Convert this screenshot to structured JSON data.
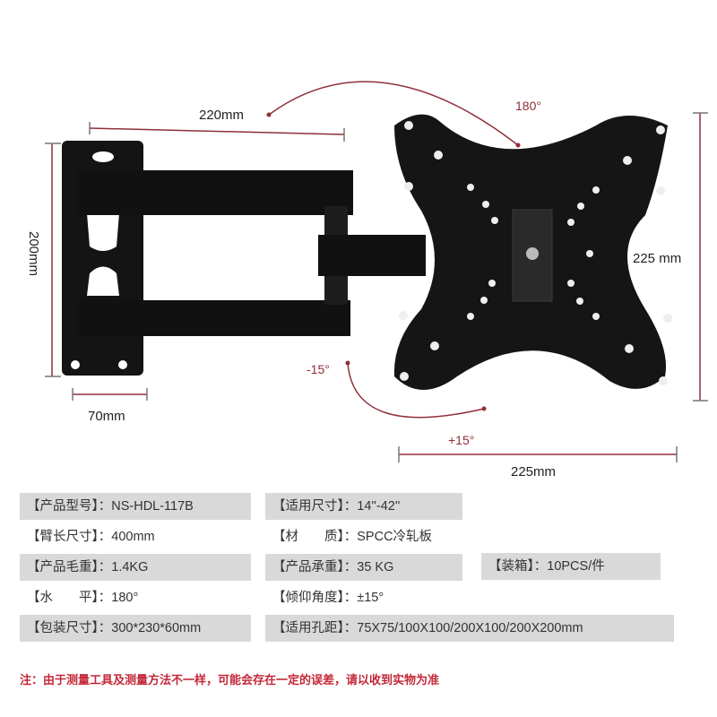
{
  "diagram": {
    "dimensions": {
      "arm_length": "220mm",
      "wall_plate_height": "200mm",
      "wall_plate_width": "70mm",
      "vesa_plate_height": "225 mm",
      "vesa_plate_width": "225mm"
    },
    "angles": {
      "swivel": "180°",
      "tilt_minus": "-15°",
      "tilt_plus": "+15°"
    },
    "colors": {
      "bracket": "#111111",
      "dimension_line": "#8e2f38",
      "angle_text": "#8e2f38"
    }
  },
  "specs": {
    "rows": [
      {
        "label": "【产品型号】",
        "sep": "：",
        "value": "NS-HDL-117B"
      },
      {
        "label": "【适用尺寸】",
        "sep": "：",
        "value": "14''-42''"
      },
      {
        "label": "【臂长尺寸】",
        "sep": "：",
        "value": "400mm"
      },
      {
        "label": "【材　　质】",
        "sep": "：",
        "value": "SPCC冷轧板"
      },
      {
        "label": "【产品毛重】",
        "sep": "：",
        "value": "1.4KG"
      },
      {
        "label": "【产品承重】",
        "sep": "：",
        "value": "35 KG"
      },
      {
        "label": "【装箱】",
        "sep": "：",
        "value": "10PCS/件"
      },
      {
        "label": "【水　　平】",
        "sep": "：",
        "value": "180°"
      },
      {
        "label": "【倾仰角度】",
        "sep": "：",
        "value": "±15°"
      },
      {
        "label": "【包装尺寸】",
        "sep": "：",
        "value": "300*230*60mm"
      },
      {
        "label": "【适用孔距】",
        "sep": "：",
        "value": "75X75/100X100/200X100/200X200mm"
      }
    ],
    "shade_color": "#d9d9d9"
  },
  "note": {
    "text": "注：由于测量工具及测量方法不一样，可能会存在一定的误差，请以收到实物为准",
    "color": "#c3283a"
  }
}
